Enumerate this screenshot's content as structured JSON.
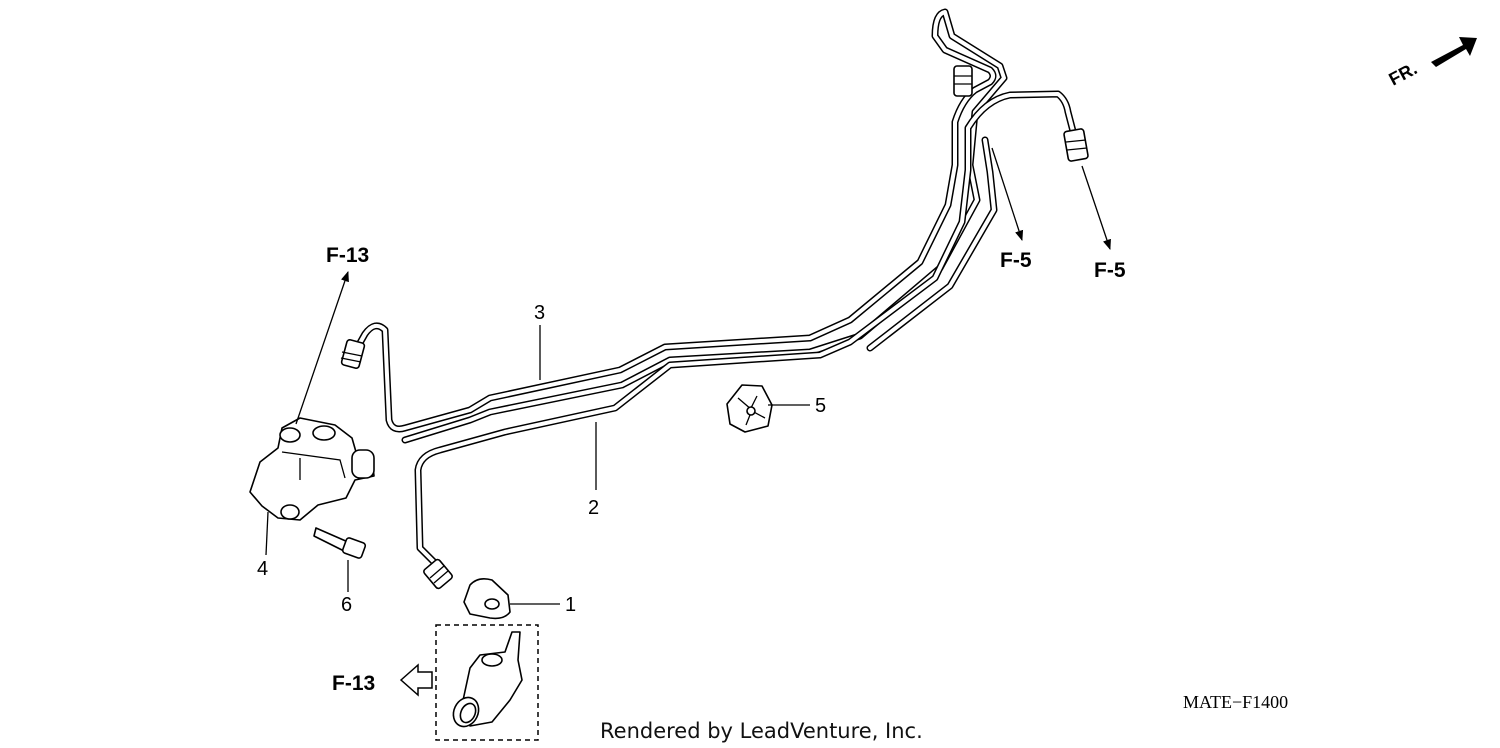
{
  "diagram": {
    "callouts": [
      {
        "id": "1",
        "label": "1"
      },
      {
        "id": "2",
        "label": "2"
      },
      {
        "id": "3",
        "label": "3"
      },
      {
        "id": "4",
        "label": "4"
      },
      {
        "id": "5",
        "label": "5"
      },
      {
        "id": "6",
        "label": "6"
      }
    ],
    "references": {
      "f13_top": "F-13",
      "f13_bottom": "F-13",
      "f5_left": "F-5",
      "f5_right": "F-5"
    },
    "direction_label": "FR.",
    "diagram_code": "MATE−F1400",
    "credit": "Rendered by LeadVenture, Inc."
  }
}
